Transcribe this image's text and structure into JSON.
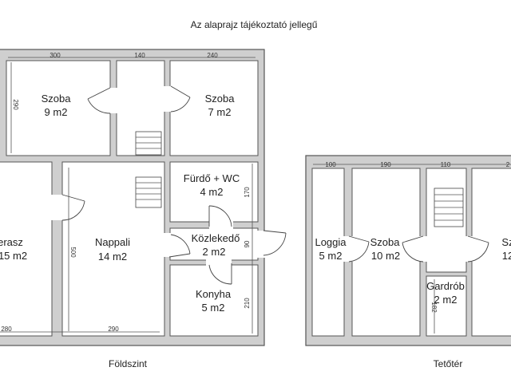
{
  "title": "Az alaprajz tájékoztató jellegű",
  "ground_floor": {
    "caption": "Földszint",
    "rooms": [
      {
        "name": "Szoba",
        "area": "9 m2"
      },
      {
        "name": "Szoba",
        "area": "7 m2"
      },
      {
        "name": "Fürdő + WC",
        "area": "4 m2"
      },
      {
        "name": "Nappali",
        "area": "14 m2"
      },
      {
        "name": "Közlekedő",
        "area": "2 m2"
      },
      {
        "name": "Konyha",
        "area": "5 m2"
      },
      {
        "name": "erasz",
        "area": "15 m2"
      }
    ],
    "dimensions": [
      "300",
      "140",
      "240",
      "290",
      "170",
      "90",
      "210",
      "500",
      "280",
      "290"
    ]
  },
  "attic": {
    "caption": "Tetőtér",
    "rooms": [
      {
        "name": "Loggia",
        "area": "5 m2"
      },
      {
        "name": "Szoba",
        "area": "10 m2"
      },
      {
        "name": "Gardrób",
        "area": "2 m2"
      },
      {
        "name": "Sz",
        "area": "12"
      }
    ],
    "dimensions": [
      "100",
      "190",
      "110",
      "2",
      "182"
    ]
  }
}
